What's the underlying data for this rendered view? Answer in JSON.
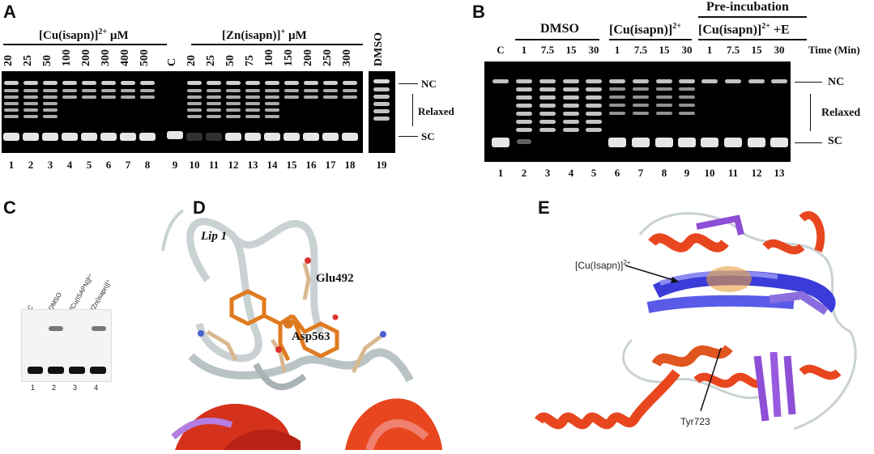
{
  "panels": {
    "A": {
      "label": "A",
      "cu_header": "[Cu(isapn)]",
      "cu_sup": "2+",
      "cu_unit": " µM",
      "zn_header": "[Zn(isapn)]",
      "zn_sup": "+",
      "zn_unit": " µM",
      "lane_labels_top": [
        "20",
        "25",
        "50",
        "100",
        "200",
        "300",
        "400",
        "500",
        "C",
        "20",
        "25",
        "50",
        "75",
        "100",
        "150",
        "200",
        "250",
        "300",
        "DMSO"
      ],
      "lane_numbers": [
        "1",
        "2",
        "3",
        "4",
        "5",
        "6",
        "7",
        "8",
        "9",
        "10",
        "11",
        "12",
        "13",
        "14",
        "15",
        "16",
        "17",
        "18",
        "19"
      ],
      "markers": {
        "nc": "NC",
        "relaxed": "Relaxed",
        "sc": "SC"
      }
    },
    "B": {
      "label": "B",
      "header_dmso": "DMSO",
      "header_cu": "[Cu(isapn)]",
      "header_cu_sup": "2+",
      "header_preinc": "Pre-incubation",
      "header_preinc_sub": "[Cu(isapn)]",
      "header_preinc_sup": "2+",
      "header_preinc_suffix": " +E",
      "lane_labels_top": [
        "C",
        "1",
        "7.5",
        "15",
        "30",
        "1",
        "7.5",
        "15",
        "30",
        "1",
        "7.5",
        "15",
        "30"
      ],
      "time_label": "Time (Min)",
      "lane_numbers": [
        "1",
        "2",
        "3",
        "4",
        "5",
        "6",
        "7",
        "8",
        "9",
        "10",
        "11",
        "12",
        "13"
      ],
      "markers": {
        "nc": "NC",
        "relaxed": "Relaxed",
        "sc": "SC"
      }
    },
    "C": {
      "label": "C",
      "lane_labels_top": [
        "C",
        "DMSO",
        "[Cu(ISAPN)]²⁺",
        "[Zn(isapn)]⁺"
      ],
      "lane_numbers": [
        "1",
        "2",
        "3",
        "4"
      ]
    },
    "D": {
      "label": "D",
      "loop_label": "Lip 1",
      "residue1": "Glu492",
      "residue2": "Asp563"
    },
    "E": {
      "label": "E",
      "complex_label": "[Cu(Isapn)]",
      "complex_sup": "2+",
      "residue": "Tyr723"
    }
  },
  "colors": {
    "helix": "#e8461f",
    "sheet": "#8e4fd6",
    "dna": "#3b3bd9",
    "coil": "#c9d1d3",
    "gel": "#000000"
  }
}
